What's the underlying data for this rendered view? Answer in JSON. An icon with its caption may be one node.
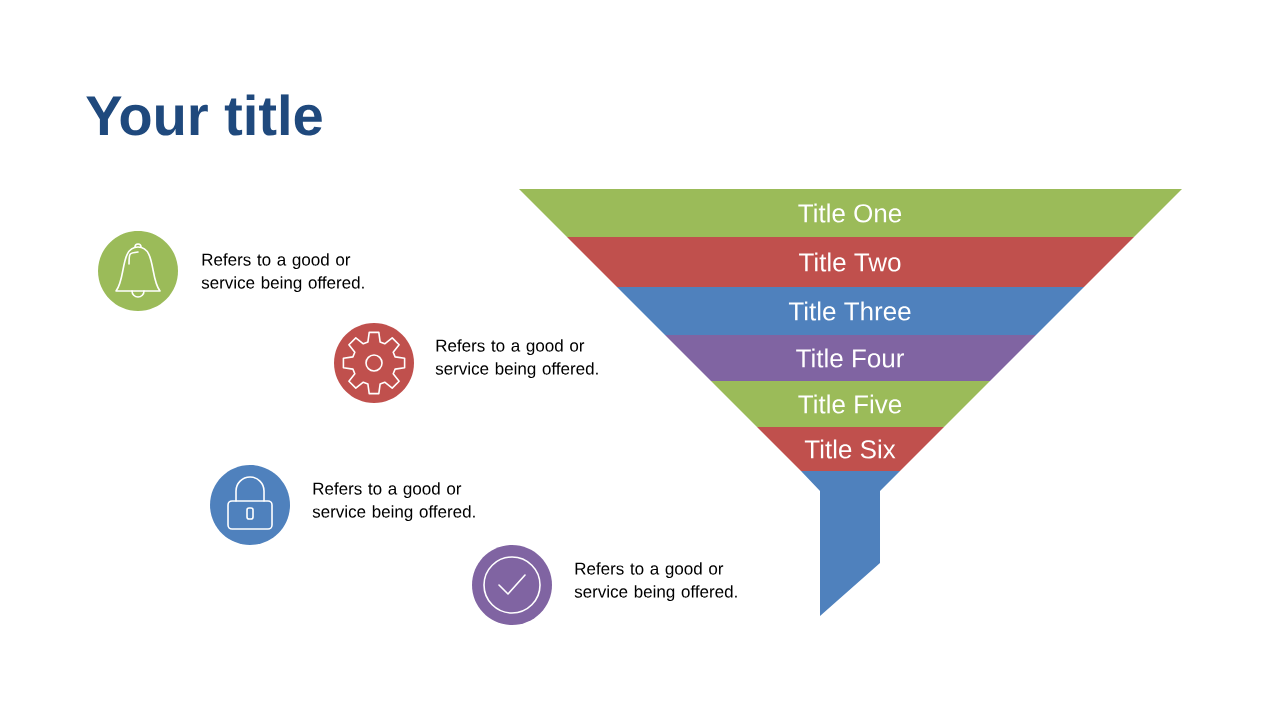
{
  "diagram": {
    "title": "Your title",
    "nodes": [
      {
        "text": [
          "Title One"
        ]
      },
      {
        "text": [
          "Title Two"
        ]
      },
      {
        "text": [
          "Title Three"
        ]
      },
      {
        "text": [
          "Title Four"
        ]
      },
      {
        "text": [
          "Title Five"
        ]
      },
      {
        "text": [
          "Title Six"
        ]
      },
      {
        "text": [],
        "shape": "funnel"
      }
    ],
    "labels": [
      "Refers to a good or service being offered.",
      "Refers to a good or service being offered.",
      "Refers to a good or service being offered.",
      "Refers to a good or service being offered."
    ]
  }
}
